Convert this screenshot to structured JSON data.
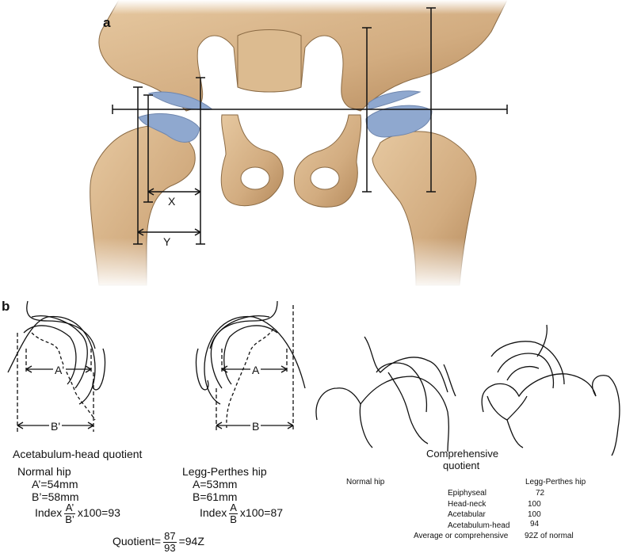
{
  "panel_a": {
    "label": "a",
    "x_label": "X",
    "y_label": "Y"
  },
  "panel_b": {
    "label": "b",
    "normal_diagram": {
      "inner_label": "A'",
      "outer_label": "B'"
    },
    "perthes_diagram": {
      "inner_label": "A",
      "outer_label": "B"
    },
    "acetabulum_head_quotient": {
      "title": "Acetabulum-head quotient",
      "normal_hip": {
        "heading": "Normal hip",
        "a_value": "A’=54mm",
        "b_value": "B’=58mm",
        "index_prefix": "Index",
        "index_num": "A’",
        "index_den": "B’",
        "index_suffix": "x100=93"
      },
      "perthes_hip": {
        "heading": "Legg-Perthes hip",
        "a_value": "A=53mm",
        "b_value": "B=61mm",
        "index_prefix": "Index",
        "index_num": "A",
        "index_den": "B",
        "index_suffix": "x100=87"
      },
      "quotient": {
        "prefix": "Quotient=",
        "num": "87",
        "den": "93",
        "result": "=94Z"
      }
    },
    "comprehensive_quotient": {
      "title_line1": "Comprehensive",
      "title_line2": "quotient",
      "normal_hip_label": "Normal hip",
      "perthes_hip_label": "Legg-Perthes hip",
      "rows": [
        {
          "name": "Epiphyseal",
          "value": "72"
        },
        {
          "name": "Head-neck",
          "value": "100"
        },
        {
          "name": "Acetabular",
          "value": "100"
        },
        {
          "name": "Acetabulum-head",
          "value": "94"
        },
        {
          "name": "Average or comprehensive",
          "value": "92Z of normal"
        }
      ]
    }
  },
  "colors": {
    "bone": "#d4b085",
    "bone_dark": "#a97f52",
    "cartilage": "#8fa8cf",
    "line": "#111111"
  }
}
